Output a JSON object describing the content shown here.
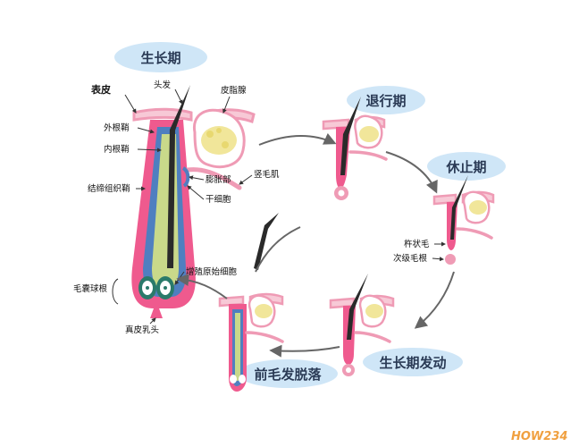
{
  "stages": {
    "anagen": "生长期",
    "catagen": "退行期",
    "telogen": "休止期",
    "early_anagen": "生长期发动",
    "exogen": "前毛发脱落"
  },
  "labels": {
    "epidermis": "表皮",
    "hair": "头发",
    "sebaceous_gland": "皮脂腺",
    "outer_root_sheath": "外根鞘",
    "inner_root_sheath": "内根鞘",
    "bulge": "膨胀部",
    "stem_cells": "干细胞",
    "arrector_pili": "竖毛肌",
    "connective_tissue_sheath": "结缔组织鞘",
    "proliferating_cells": "增殖原始细胞",
    "hair_bulb": "毛囊球根",
    "dermal_papilla": "真皮乳头",
    "club_hair": "杵状毛",
    "secondary_germ": "次级毛根"
  },
  "watermark": "HOW234",
  "colors": {
    "skin_pink": "#ef9bb5",
    "skin_fill": "#f7c9d6",
    "sheath_magenta": "#e0467e",
    "sheath_blue": "#4f7fc0",
    "sheath_green": "#c9d98a",
    "hair_dark": "#2a2a2a",
    "gland_yellow": "#f1e69a",
    "bubble_blue": "#cfe6f7",
    "arrow_gray": "#666666",
    "stage_text": "#2a3a55"
  }
}
